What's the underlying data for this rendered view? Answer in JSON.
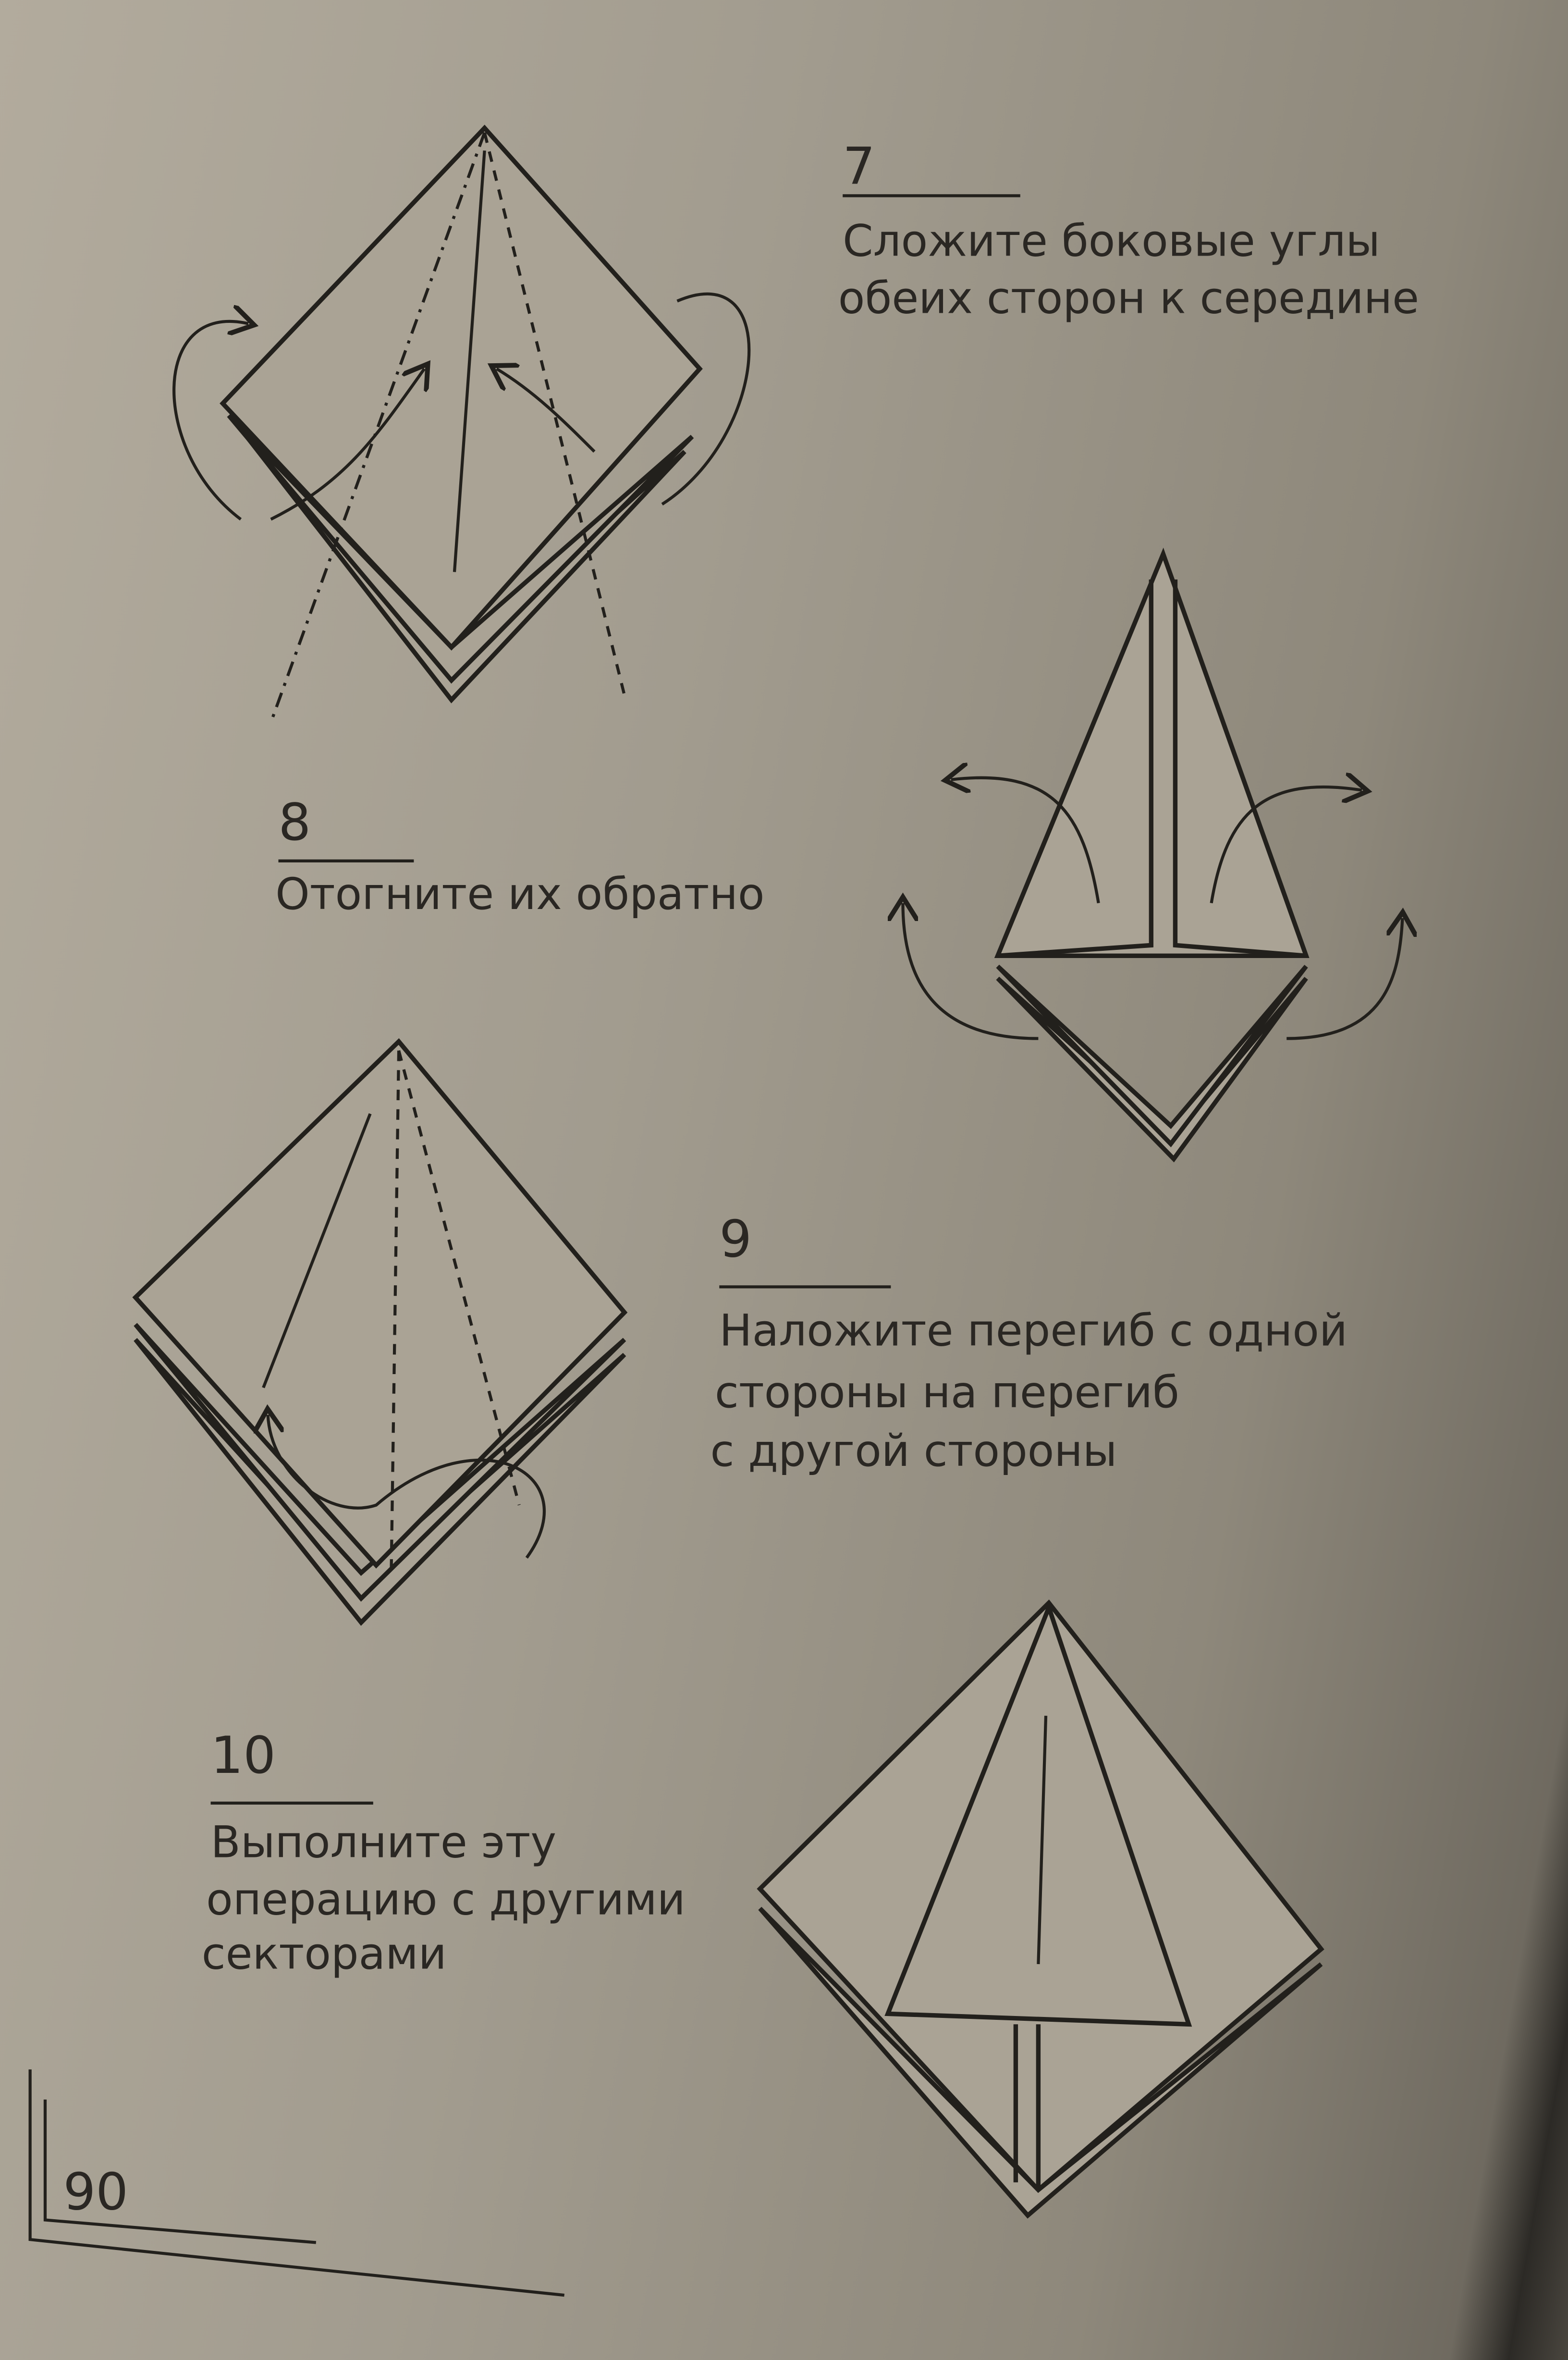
{
  "page_number": "90",
  "steps": [
    {
      "number": "7",
      "lines": [
        "Сложите боковые углы",
        "обеих сторон к середине"
      ]
    },
    {
      "number": "8",
      "lines": [
        "Отогните их обратно"
      ]
    },
    {
      "number": "9",
      "lines": [
        "Наложите перегиб с одной",
        "стороны на перегиб",
        "с другой стороны"
      ]
    },
    {
      "number": "10",
      "lines": [
        "Выполните эту",
        "операцию с другими",
        "секторами"
      ]
    }
  ]
}
